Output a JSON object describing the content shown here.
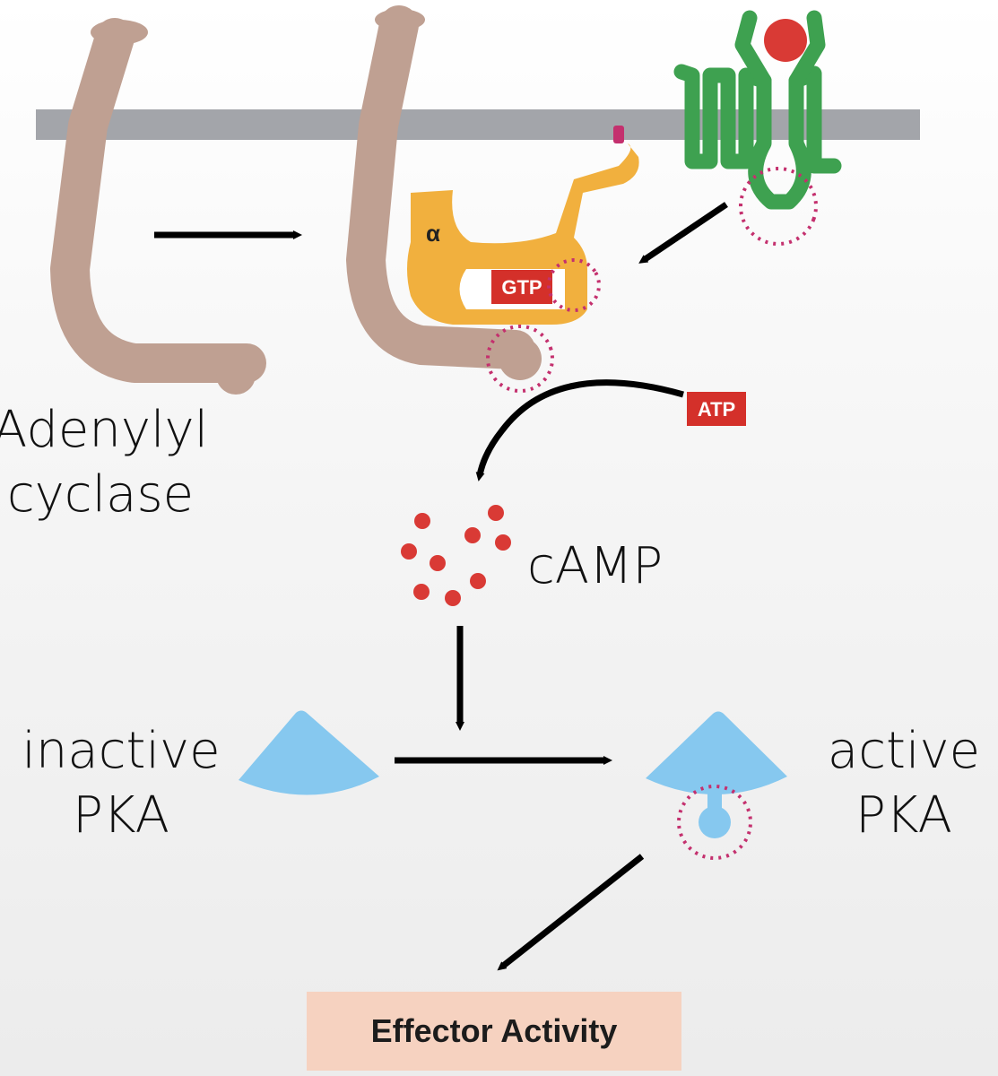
{
  "labels": {
    "adenylyl_cyclase": [
      "Adenylyl",
      "cyclase"
    ],
    "camp": "cAMP",
    "inactive_pka": [
      "inactive",
      "PKA"
    ],
    "active_pka": [
      "active",
      "PKA"
    ],
    "effector": "Effector Activity",
    "alpha": "α",
    "gtp": "GTP",
    "atp": "ATP"
  },
  "colors": {
    "membrane": "#a3a5aa",
    "adenylyl_cyclase": "#bfa092",
    "g_alpha": "#f1b03e",
    "receptor": "#3ea150",
    "ligand": "#d93a35",
    "camp": "#d93a35",
    "pka": "#86c8ef",
    "binding_site": "#c4306e",
    "effector_box": "#f6d2c0",
    "nucleotide_tag": "#d4302a",
    "arrow": "#000000"
  },
  "icons": {
    "ligand": "ligand-ball-icon",
    "receptor": "gpcr-receptor-icon",
    "g_protein": "g-alpha-subunit-icon",
    "pka": "pka-wedge-icon"
  }
}
